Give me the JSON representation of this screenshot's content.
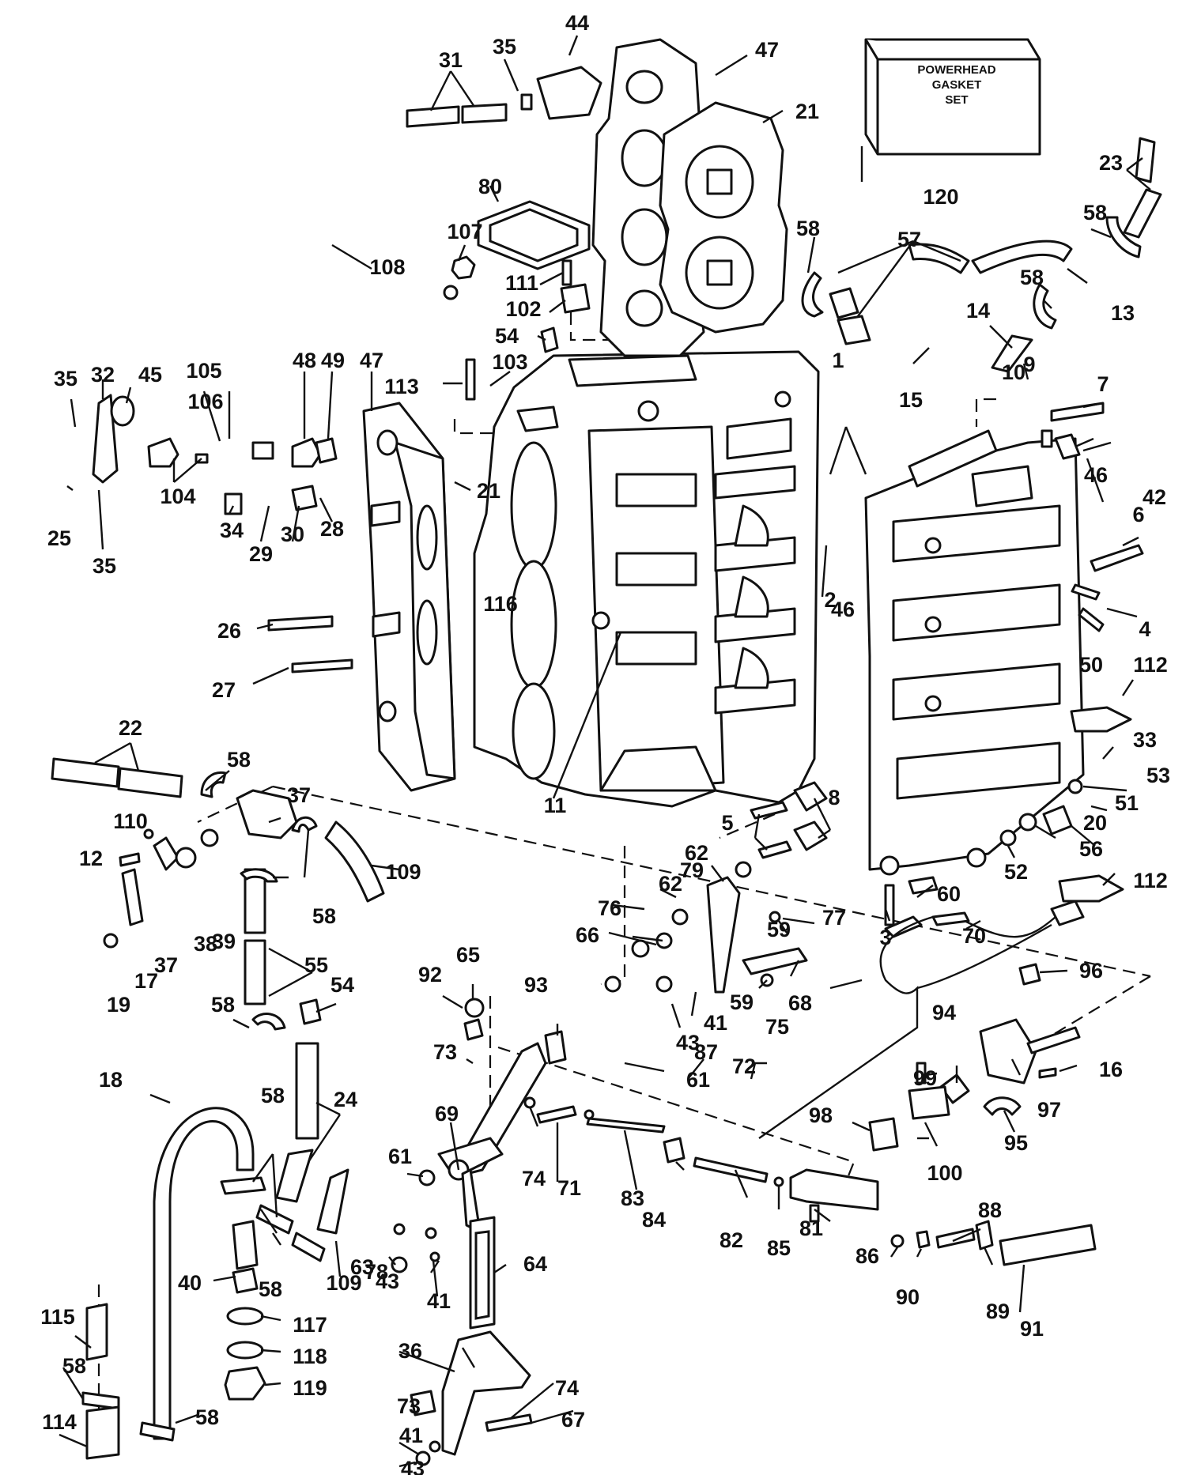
{
  "gasket_box": {
    "line1": "POWERHEAD",
    "line2": "GASKET",
    "line3": "SET"
  },
  "callouts": [
    {
      "label": "1"
    },
    {
      "label": "2"
    },
    {
      "label": "3"
    },
    {
      "label": "4"
    },
    {
      "label": "5"
    },
    {
      "label": "6"
    },
    {
      "label": "7"
    },
    {
      "label": "8"
    },
    {
      "label": "9"
    },
    {
      "label": "10"
    },
    {
      "label": "11"
    },
    {
      "label": "12"
    },
    {
      "label": "13"
    },
    {
      "label": "14"
    },
    {
      "label": "15"
    },
    {
      "label": "16"
    },
    {
      "label": "17"
    },
    {
      "label": "18"
    },
    {
      "label": "19"
    },
    {
      "label": "20"
    },
    {
      "label": "21"
    },
    {
      "label": "21"
    },
    {
      "label": "22"
    },
    {
      "label": "23"
    },
    {
      "label": "24"
    },
    {
      "label": "25"
    },
    {
      "label": "26"
    },
    {
      "label": "27"
    },
    {
      "label": "28"
    },
    {
      "label": "29"
    },
    {
      "label": "30"
    },
    {
      "label": "31"
    },
    {
      "label": "32"
    },
    {
      "label": "33"
    },
    {
      "label": "34"
    },
    {
      "label": "35"
    },
    {
      "label": "35"
    },
    {
      "label": "35"
    },
    {
      "label": "36"
    },
    {
      "label": "37"
    },
    {
      "label": "37"
    },
    {
      "label": "38"
    },
    {
      "label": "39"
    },
    {
      "label": "40"
    },
    {
      "label": "41"
    },
    {
      "label": "41"
    },
    {
      "label": "41"
    },
    {
      "label": "42"
    },
    {
      "label": "43"
    },
    {
      "label": "43"
    },
    {
      "label": "43"
    },
    {
      "label": "44"
    },
    {
      "label": "45"
    },
    {
      "label": "46"
    },
    {
      "label": "46"
    },
    {
      "label": "47"
    },
    {
      "label": "47"
    },
    {
      "label": "48"
    },
    {
      "label": "49"
    },
    {
      "label": "50"
    },
    {
      "label": "51"
    },
    {
      "label": "52"
    },
    {
      "label": "53"
    },
    {
      "label": "54"
    },
    {
      "label": "54"
    },
    {
      "label": "55"
    },
    {
      "label": "56"
    },
    {
      "label": "57"
    },
    {
      "label": "58"
    },
    {
      "label": "58"
    },
    {
      "label": "58"
    },
    {
      "label": "58"
    },
    {
      "label": "58"
    },
    {
      "label": "58"
    },
    {
      "label": "58"
    },
    {
      "label": "58"
    },
    {
      "label": "58"
    },
    {
      "label": "58"
    },
    {
      "label": "59"
    },
    {
      "label": "59"
    },
    {
      "label": "60"
    },
    {
      "label": "61"
    },
    {
      "label": "61"
    },
    {
      "label": "62"
    },
    {
      "label": "62"
    },
    {
      "label": "63"
    },
    {
      "label": "64"
    },
    {
      "label": "65"
    },
    {
      "label": "66"
    },
    {
      "label": "67"
    },
    {
      "label": "68"
    },
    {
      "label": "69"
    },
    {
      "label": "70"
    },
    {
      "label": "71"
    },
    {
      "label": "72"
    },
    {
      "label": "73"
    },
    {
      "label": "73"
    },
    {
      "label": "74"
    },
    {
      "label": "74"
    },
    {
      "label": "75"
    },
    {
      "label": "76"
    },
    {
      "label": "77"
    },
    {
      "label": "78"
    },
    {
      "label": "79"
    },
    {
      "label": "80"
    },
    {
      "label": "81"
    },
    {
      "label": "82"
    },
    {
      "label": "83"
    },
    {
      "label": "84"
    },
    {
      "label": "85"
    },
    {
      "label": "86"
    },
    {
      "label": "87"
    },
    {
      "label": "88"
    },
    {
      "label": "89"
    },
    {
      "label": "90"
    },
    {
      "label": "91"
    },
    {
      "label": "92"
    },
    {
      "label": "93"
    },
    {
      "label": "94"
    },
    {
      "label": "95"
    },
    {
      "label": "96"
    },
    {
      "label": "97"
    },
    {
      "label": "98"
    },
    {
      "label": "99"
    },
    {
      "label": "100"
    },
    {
      "label": "102"
    },
    {
      "label": "103"
    },
    {
      "label": "104"
    },
    {
      "label": "105"
    },
    {
      "label": "106"
    },
    {
      "label": "107"
    },
    {
      "label": "108"
    },
    {
      "label": "109"
    },
    {
      "label": "109"
    },
    {
      "label": "110"
    },
    {
      "label": "111"
    },
    {
      "label": "112"
    },
    {
      "label": "112"
    },
    {
      "label": "113"
    },
    {
      "label": "114"
    },
    {
      "label": "115"
    },
    {
      "label": "116"
    },
    {
      "label": "117"
    },
    {
      "label": "118"
    },
    {
      "label": "119"
    },
    {
      "label": "120"
    }
  ]
}
